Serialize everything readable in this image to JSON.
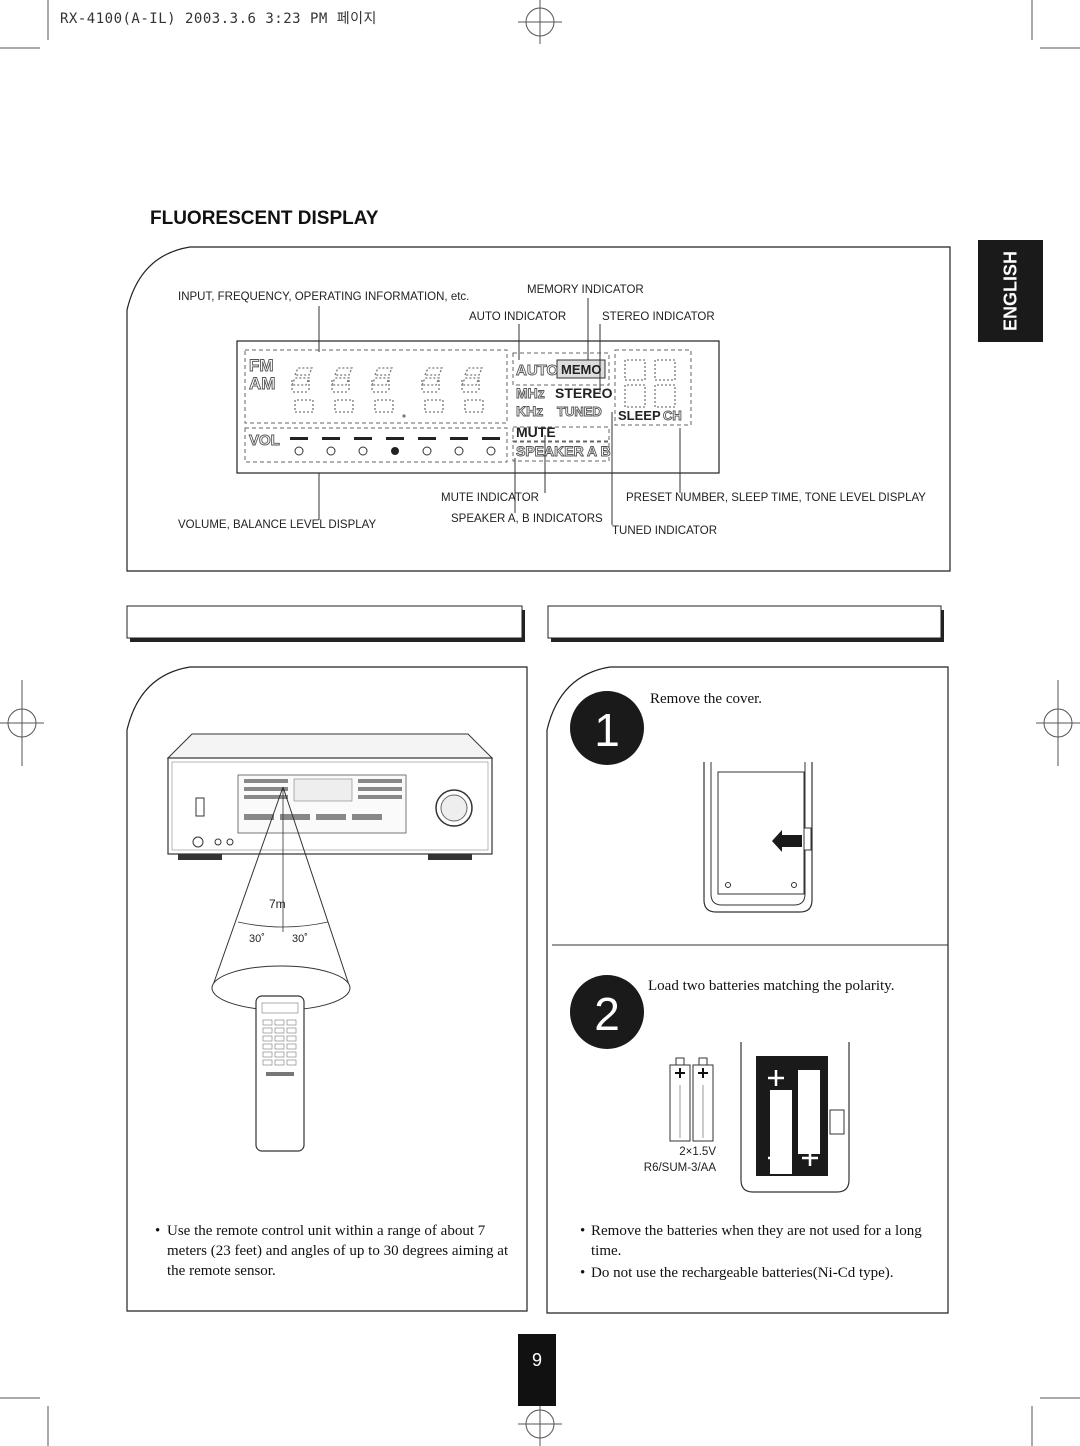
{
  "header": {
    "text": "RX-4100(A-IL)  2003.3.6 3:23 PM 페이지"
  },
  "section_title": "FLUORESCENT DISPLAY",
  "language_tab": "ENGLISH",
  "display_labels": {
    "input_freq": "INPUT, FREQUENCY, OPERATING INFORMATION, etc.",
    "memory": "MEMORY INDICATOR",
    "auto": "AUTO INDICATOR",
    "stereo": "STEREO INDICATOR",
    "mute": "MUTE INDICATOR",
    "preset": "PRESET NUMBER, SLEEP TIME, TONE LEVEL DISPLAY",
    "volume": "VOLUME, BALANCE LEVEL DISPLAY",
    "speaker": "SPEAKER A, B INDICATORS",
    "tuned": "TUNED INDICATOR"
  },
  "display_segments": {
    "fm": "FM",
    "am": "AM",
    "auto": "AUTO",
    "memo": "MEMO",
    "mhz": "MHz",
    "khz": "KHz",
    "stereo": "STEREO",
    "tuned": "TUNED",
    "sleep": "SLEEP",
    "ch": "CH",
    "vol": "VOL",
    "mute": "MUTE",
    "speaker": "SPEAKER A B"
  },
  "remote_range": {
    "distance": "7m",
    "angle_left": "30˚",
    "angle_right": "30˚"
  },
  "remote_note": "Use the remote control unit within a range of about 7 meters (23 feet) and angles of up to 30 degrees aiming at the remote sensor.",
  "steps": [
    {
      "number": "1",
      "text": "Remove the cover."
    },
    {
      "number": "2",
      "text": "Load two batteries matching the polarity."
    }
  ],
  "battery_spec": {
    "count": "2×1.5V",
    "type": "R6/SUM-3/AA"
  },
  "battery_notes": [
    "Remove the batteries when they are not used for a long time.",
    "Do not use the rechargeable batteries(Ni-Cd type)."
  ],
  "page_number": "9"
}
